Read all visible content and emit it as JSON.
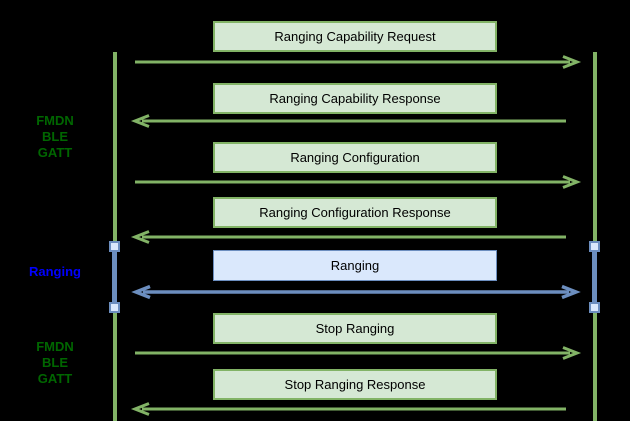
{
  "diagram_type": "sequence-diagram",
  "colors": {
    "background": "#000000",
    "green_fill": "#d5e8d4",
    "green_stroke": "#82b366",
    "blue_fill": "#dae8fc",
    "blue_stroke": "#6c8ebf",
    "section_label_green": "#006600",
    "section_label_blue": "#0000ff",
    "message_text": "#000000"
  },
  "sections": [
    {
      "style": "green",
      "lines": [
        "FMDN",
        "BLE",
        "GATT"
      ]
    },
    {
      "style": "blue",
      "lines": [
        "Ranging"
      ]
    },
    {
      "style": "green",
      "lines": [
        "FMDN",
        "BLE",
        "GATT"
      ]
    }
  ],
  "messages": [
    {
      "label": "Ranging Capability Request",
      "direction": "right",
      "style": "green"
    },
    {
      "label": "Ranging Capability Response",
      "direction": "left",
      "style": "green"
    },
    {
      "label": "Ranging Configuration",
      "direction": "right",
      "style": "green"
    },
    {
      "label": "Ranging Configuration Response",
      "direction": "left",
      "style": "green"
    },
    {
      "label": "Ranging",
      "direction": "both",
      "style": "blue"
    },
    {
      "label": "Stop Ranging",
      "direction": "right",
      "style": "green"
    },
    {
      "label": "Stop Ranging Response",
      "direction": "left",
      "style": "green"
    }
  ]
}
